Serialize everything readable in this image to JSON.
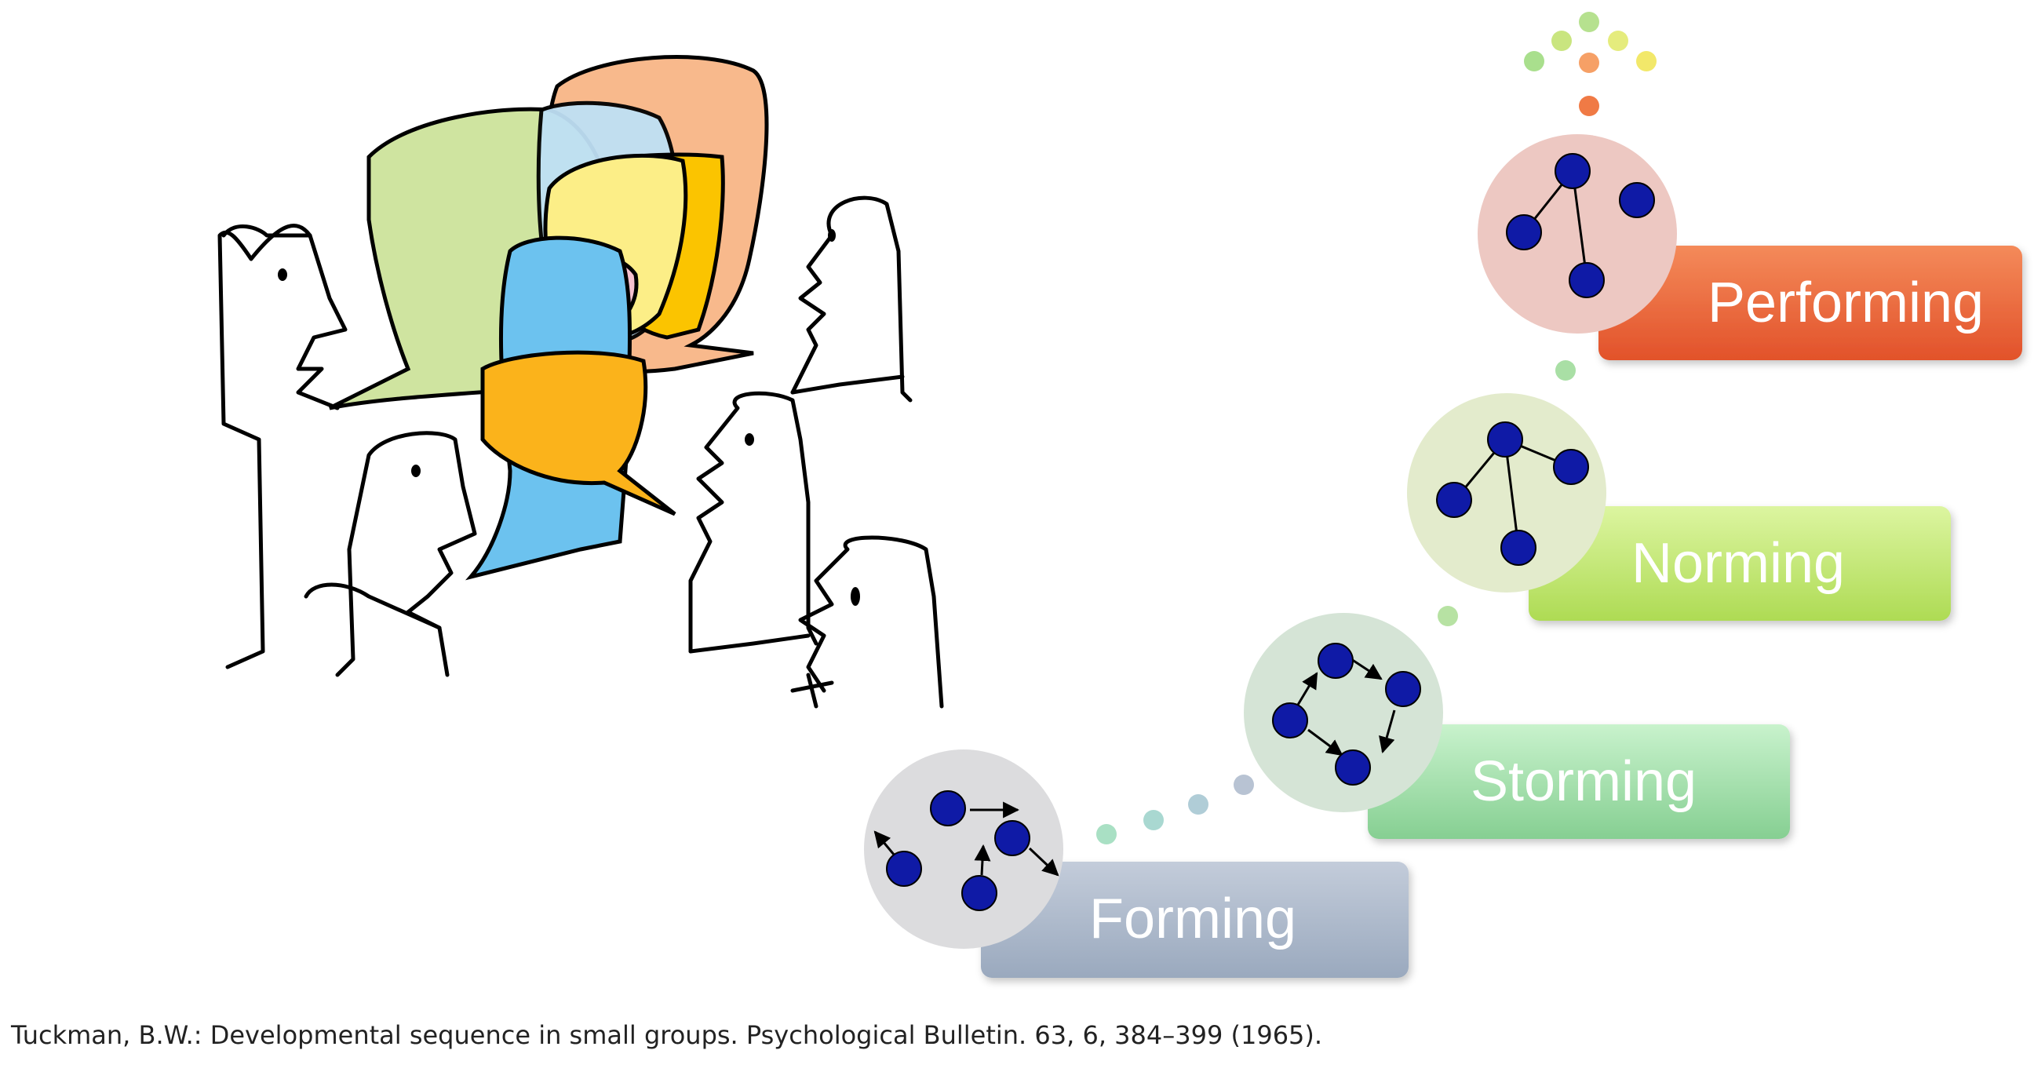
{
  "stages": [
    {
      "label": "Forming",
      "barColor": "#a9b6c8",
      "circleColor": "#dcdcde"
    },
    {
      "label": "Storming",
      "barColor": "#a3dcab",
      "circleColor": "#d5e4d6"
    },
    {
      "label": "Norming",
      "barColor": "#c5e87a",
      "circleColor": "#e3ebcc"
    },
    {
      "label": "Performing",
      "barColor": "#ec6a3c",
      "circleColor": "#edc8c2"
    }
  ],
  "nodeColor": "#0f1aa6",
  "citation": "Tuckman, B.W.: Developmental sequence in small groups. Psychological Bulletin. 63, 6, 384–399 (1965)."
}
